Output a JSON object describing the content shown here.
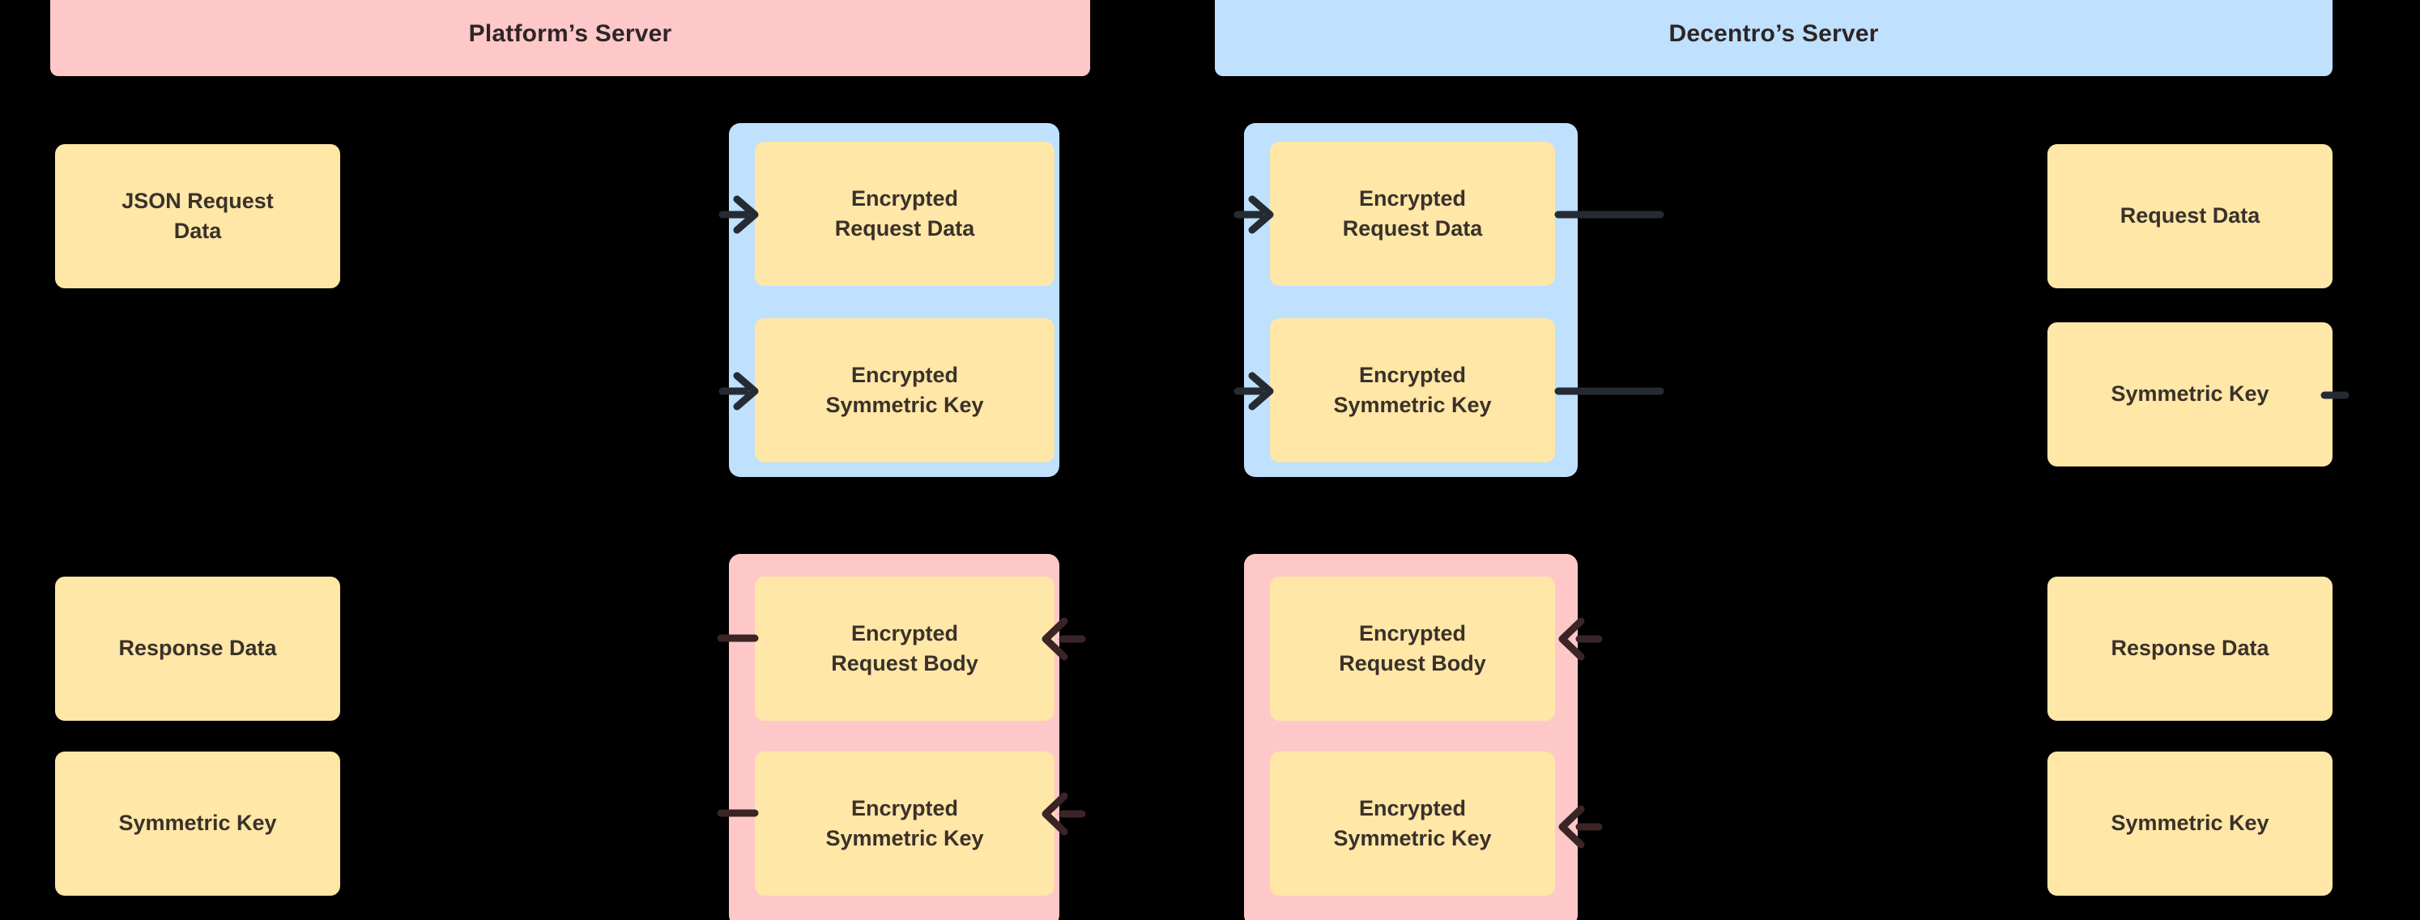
{
  "diagram": {
    "background_color": "#000000",
    "palette": {
      "yellow_node": "#ffe7a8",
      "blue_group": "#bfe1fd",
      "pink_group": "#ffc8c8",
      "text_dark": "#3a3129",
      "arrow_dark": "#262b33",
      "arrow_brown": "#3a2426"
    },
    "banners": [
      {
        "id": "platform",
        "label": "Platform’s Server",
        "color": "#ffc8c8"
      },
      {
        "id": "decentro",
        "label": "Decentro’s Server",
        "color": "#bfe1fd"
      }
    ],
    "request_flow": {
      "platform_plain": [
        {
          "label": "JSON Request\nData"
        }
      ],
      "platform_encrypted": {
        "group_color": "#bfe1fd",
        "items": [
          {
            "label": "Encrypted\nRequest Data"
          },
          {
            "label": "Encrypted\nSymmetric Key"
          }
        ]
      },
      "decentro_encrypted": {
        "group_color": "#bfe1fd",
        "items": [
          {
            "label": "Encrypted\nRequest Data"
          },
          {
            "label": "Encrypted\nSymmetric Key"
          }
        ]
      },
      "decentro_plain": [
        {
          "label": "Request Data"
        },
        {
          "label": "Symmetric Key"
        }
      ]
    },
    "response_flow": {
      "platform_plain": [
        {
          "label": "Response Data"
        },
        {
          "label": "Symmetric Key"
        }
      ],
      "platform_encrypted": {
        "group_color": "#ffc8c8",
        "items": [
          {
            "label": "Encrypted\nRequest Body"
          },
          {
            "label": "Encrypted\nSymmetric Key"
          }
        ]
      },
      "decentro_encrypted": {
        "group_color": "#ffc8c8",
        "items": [
          {
            "label": "Encrypted\nRequest Body"
          },
          {
            "label": "Encrypted\nSymmetric Key"
          }
        ]
      },
      "decentro_plain": [
        {
          "label": "Response Data"
        },
        {
          "label": "Symmetric Key"
        }
      ]
    }
  }
}
